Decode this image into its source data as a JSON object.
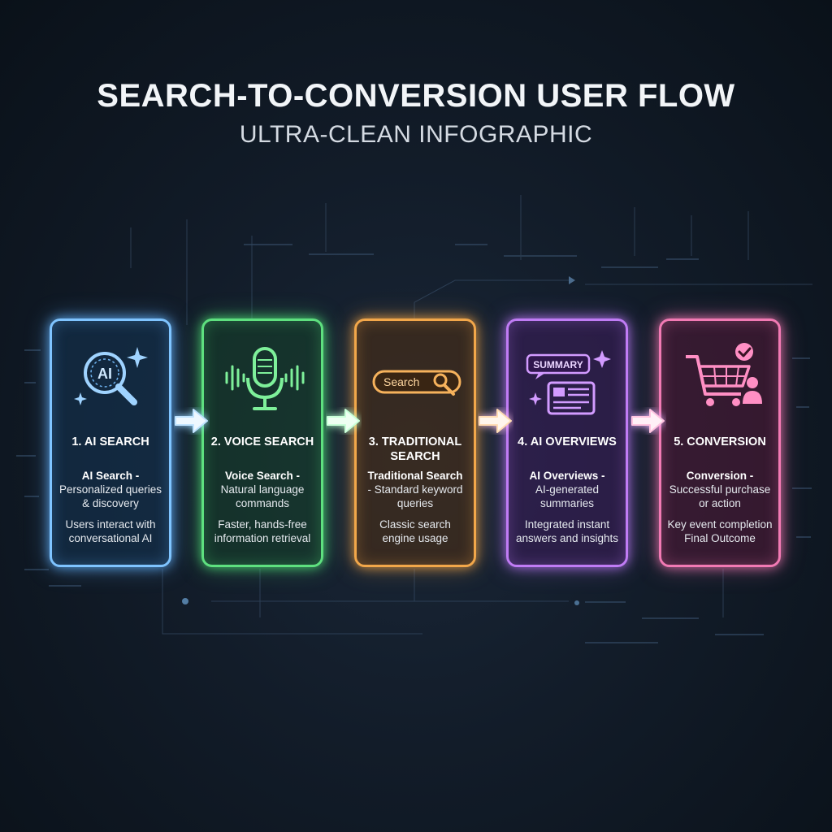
{
  "title": "SEARCH-TO-CONVERSION USER FLOW",
  "subtitle": "ULTRA-CLEAN INFOGRAPHIC",
  "steps": [
    {
      "heading": "1. AI SEARCH",
      "name": "AI Search -",
      "summary": "Personalized queries & discovery",
      "detail": "Users interact with conversational AI",
      "icon": "ai-magnifier-icon",
      "color": "#7fc4ff"
    },
    {
      "heading": "2. VOICE SEARCH",
      "name": "Voice Search -",
      "summary": "Natural language commands",
      "detail": "Faster, hands-free information retrieval",
      "icon": "microphone-icon",
      "color": "#5ee07f"
    },
    {
      "heading": "3. TRADITIONAL SEARCH",
      "name": "Traditional Search",
      "summary": "- Standard keyword queries",
      "detail": "Classic search engine usage",
      "icon": "search-bar-icon",
      "color": "#f2a74a",
      "search_label": "Search"
    },
    {
      "heading": "4. AI OVERVIEWS",
      "name": "AI Overviews -",
      "summary": "AI-generated summaries",
      "detail": "Integrated instant answers and insights",
      "icon": "summary-document-icon",
      "color": "#c07cf5",
      "icon_label": "SUMMARY"
    },
    {
      "heading": "5. CONVERSION",
      "name": "Conversion -",
      "summary": "Successful purchase or action",
      "detail": "Key event completion Final Outcome",
      "icon": "shopping-cart-icon",
      "color": "#f27ab4"
    }
  ]
}
